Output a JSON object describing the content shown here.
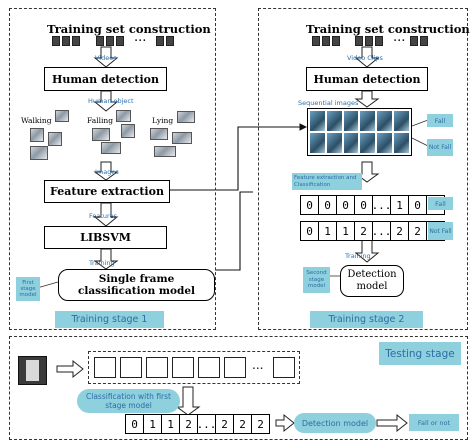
{
  "stage1": {
    "title": "Training set construction",
    "ellipsis": "...",
    "videos": "Videos",
    "human_detection": "Human detection",
    "human_object": "Human object",
    "walking": "Walking",
    "falling": "Falling",
    "lying": "Lying",
    "images": "Images",
    "feature_extraction": "Feature extraction",
    "features": "Features",
    "libsvm": "LIBSVM",
    "training": "Training",
    "first_stage_model": "First stage model",
    "single_frame_model": "Single frame classification model",
    "stage_label": "Training stage 1"
  },
  "stage2": {
    "title": "Training set construction",
    "ellipsis": "...",
    "video_clips": "Video Clips",
    "human_detection": "Human detection",
    "sequential_images": "Sequential images",
    "fall": "Fall",
    "not_fall": "Not Fall",
    "feature_extraction_classification": "Feature extraction and Classification",
    "row1": [
      "0",
      "0",
      "0",
      "0",
      "...",
      "1",
      "0",
      "0"
    ],
    "row2": [
      "0",
      "1",
      "1",
      "2",
      "...",
      "2",
      "2",
      "2"
    ],
    "row1_label": "Fall",
    "row2_label": "Not Fall",
    "training": "Training",
    "second_stage_model": "Second stage model",
    "detection_model": "Detection model",
    "stage_label": "Training stage 2"
  },
  "testing": {
    "stage_label": "Testing stage",
    "ellipsis": "...",
    "classification": "Classification with first stage model",
    "row": [
      "0",
      "1",
      "1",
      "2",
      "...",
      "2",
      "2",
      "2"
    ],
    "detection_model": "Detection model",
    "result": "Fall or not"
  }
}
